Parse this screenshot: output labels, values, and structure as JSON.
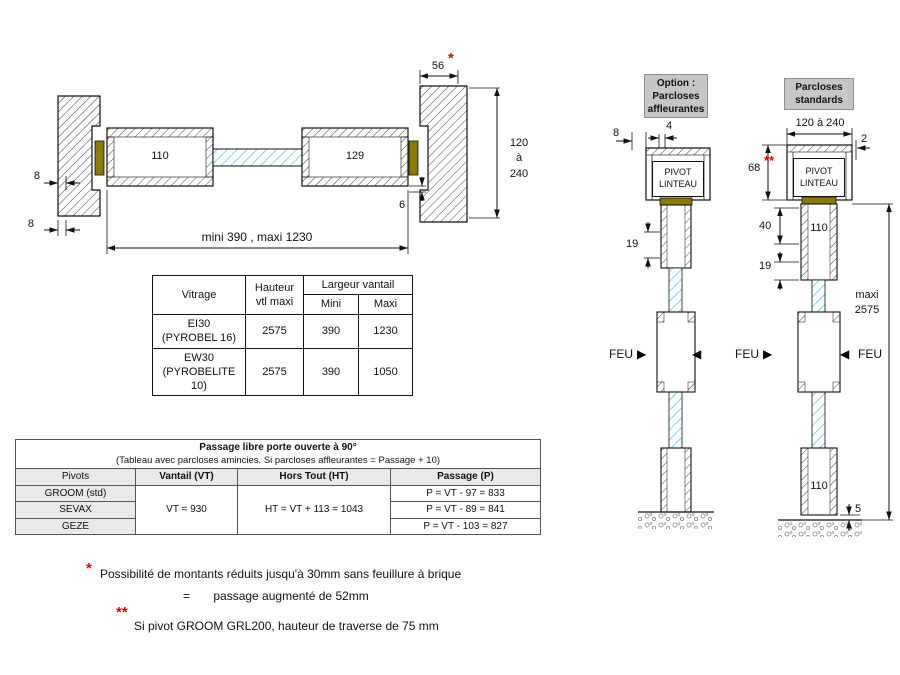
{
  "colors": {
    "accent_red": "#e60000",
    "glass_cyan": "#4cc8d8",
    "brass": "#8d7a00",
    "header_gray": "#c6c6c6"
  },
  "plan_view": {
    "star": "*",
    "dim_56": "56",
    "leaf_left_width": "110",
    "leaf_right_width": "129",
    "dim_8_upper": "8",
    "dim_8_lower": "8",
    "dim_6": "6",
    "dim_depth": "120\nà\n240",
    "dim_overall": "mini 390 , maxi 1230"
  },
  "vitrage_table": {
    "col_vitrage": "Vitrage",
    "col_hauteur": "Hauteur\nvtl maxi",
    "col_largeur": "Largeur vantail",
    "col_mini": "Mini",
    "col_maxi": "Maxi",
    "rows": [
      {
        "name": "EI30\n(PYROBEL 16)",
        "hauteur": "2575",
        "mini": "390",
        "maxi": "1230"
      },
      {
        "name": "EW30\n(PYROBELITE 10)",
        "hauteur": "2575",
        "mini": "390",
        "maxi": "1050"
      }
    ]
  },
  "passage_table": {
    "title": "Passage libre porte ouverte à 90°",
    "subtitle": "(Tableau avec parcloses amincies. Si parcloses affleurantes = Passage + 10)",
    "col_pivots": "Pivots",
    "col_vantail": "Vantail (VT)",
    "col_hors_tout": "Hors Tout (HT)",
    "col_passage": "Passage (P)",
    "vantail_value": "VT = 930",
    "hors_tout_value": "HT = VT + 113 = 1043",
    "rows": [
      {
        "pivot": "GROOM (std)",
        "passage": "P = VT - 97 = 833"
      },
      {
        "pivot": "SEVAX",
        "passage": "P = VT - 89 = 841"
      },
      {
        "pivot": "GEZE",
        "passage": "P = VT - 103 = 827"
      }
    ]
  },
  "notes": {
    "star1": "*",
    "line1": "Possibilité de montants réduits jusqu'à 30mm sans feuillure à brique",
    "line2": "=       passage augmenté de 52mm",
    "star2": "**",
    "line3": "Si pivot GROOM GRL200, hauteur de traverse de 75 mm"
  },
  "sections": {
    "option_header": "Option :\nParcloses\naffleurantes",
    "standard_header": "Parcloses\nstandards",
    "pivot_linteau": "PIVOT\nLINTEAU",
    "feu": "FEU",
    "arrow_right": "▶",
    "arrow_left": "◀",
    "left": {
      "dim_8": "8",
      "dim_4": "4",
      "dim_19": "19"
    },
    "right": {
      "dim_width": "120 à 240",
      "dim_2": "2",
      "dim_68": "68",
      "stars": "**",
      "dim_40": "40",
      "dim_19": "19",
      "rail_top": "110",
      "rail_bottom": "110",
      "dim_5": "5",
      "dim_height": "maxi\n2575"
    }
  }
}
